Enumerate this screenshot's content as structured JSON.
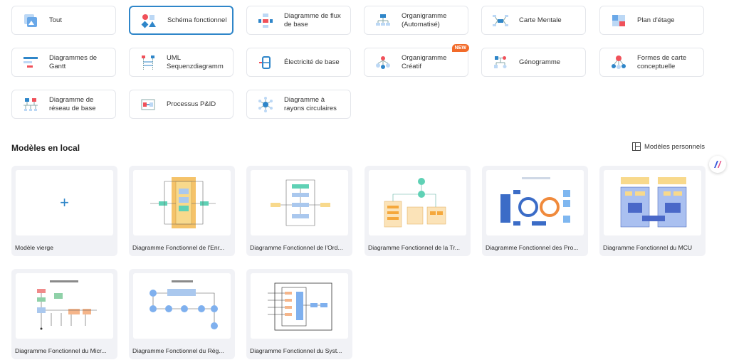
{
  "categories": [
    {
      "label": "Tout",
      "icon": "all-icon",
      "active": false,
      "badge": ""
    },
    {
      "label": "Schéma fonctionnel",
      "icon": "block-diagram-icon",
      "active": true,
      "badge": ""
    },
    {
      "label": "Diagramme de flux de base",
      "icon": "flowchart-icon",
      "active": false,
      "badge": ""
    },
    {
      "label": "Organigramme (Automatisé)",
      "icon": "org-chart-icon",
      "active": false,
      "badge": ""
    },
    {
      "label": "Carte Mentale",
      "icon": "mind-map-icon",
      "active": false,
      "badge": ""
    },
    {
      "label": "Plan d'étage",
      "icon": "floor-plan-icon",
      "active": false,
      "badge": ""
    },
    {
      "label": "Diagrammes de Gantt",
      "icon": "gantt-icon",
      "active": false,
      "badge": ""
    },
    {
      "label": "UML Sequenzdiagramm",
      "icon": "uml-sequence-icon",
      "active": false,
      "badge": ""
    },
    {
      "label": "Électricité de base",
      "icon": "electric-icon",
      "active": false,
      "badge": ""
    },
    {
      "label": "Organigramme Créatif",
      "icon": "creative-org-icon",
      "active": false,
      "badge": "NEW"
    },
    {
      "label": "Génogramme",
      "icon": "genogram-icon",
      "active": false,
      "badge": ""
    },
    {
      "label": "Formes de carte conceptuelle",
      "icon": "concept-map-icon",
      "active": false,
      "badge": ""
    },
    {
      "label": "Diagramme de réseau de base",
      "icon": "network-icon",
      "active": false,
      "badge": ""
    },
    {
      "label": "Processus P&ID",
      "icon": "pid-icon",
      "active": false,
      "badge": ""
    },
    {
      "label": "Diagramme à rayons circulaires",
      "icon": "radial-icon",
      "active": false,
      "badge": ""
    }
  ],
  "section": {
    "title": "Modèles en local",
    "personal_label": "Modèles personnels"
  },
  "templates": [
    {
      "name": "Modèle vierge",
      "thumb": "blank"
    },
    {
      "name": "Diagramme Fonctionnel de l'Enr...",
      "thumb": "enr"
    },
    {
      "name": "Diagramme Fonctionnel de l'Ord...",
      "thumb": "ord"
    },
    {
      "name": "Diagramme Fonctionnel de la Tr...",
      "thumb": "tr"
    },
    {
      "name": "Diagramme Fonctionnel des Pro...",
      "thumb": "pro"
    },
    {
      "name": "Diagramme Fonctionnel du MCU",
      "thumb": "mcu"
    },
    {
      "name": "Diagramme Fonctionnel du Micr...",
      "thumb": "micr"
    },
    {
      "name": "Diagramme Fonctionnel du Rég...",
      "thumb": "reg"
    },
    {
      "name": "Diagramme Fonctionnel du Syst...",
      "thumb": "syst"
    }
  ],
  "colors": {
    "accent": "#2f86c9",
    "badge": "#f26b2a"
  }
}
